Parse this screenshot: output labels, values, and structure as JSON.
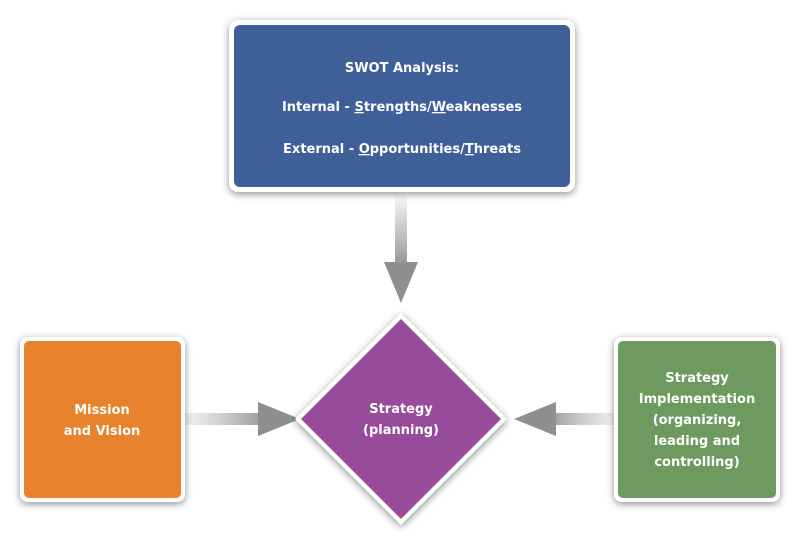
{
  "colors": {
    "swot_fill": "#3f5f99",
    "mission_fill": "#e8822c",
    "strategy_fill": "#974c9b",
    "implementation_fill": "#6e9a5f",
    "border": "#ffffff",
    "arrow": "#9a9a9c"
  },
  "nodes": {
    "swot": {
      "title": "SWOT Analysis:",
      "line1_prefix": "Internal - ",
      "line1_s": "S",
      "line1_mid": "trengths/",
      "line1_w": "W",
      "line1_rest": "eaknesses",
      "line2_prefix": "External - ",
      "line2_o": "O",
      "line2_mid": "pportunities/",
      "line2_t": "T",
      "line2_rest": "hreats"
    },
    "mission": {
      "lines": [
        "Mission",
        "and Vision"
      ]
    },
    "strategy": {
      "lines": [
        "Strategy",
        "(planning)"
      ]
    },
    "implementation": {
      "lines": [
        "Strategy",
        "Implementation",
        "(organizing,",
        "leading and",
        "controlling)"
      ]
    }
  },
  "edges": [
    {
      "from": "swot",
      "to": "strategy"
    },
    {
      "from": "mission",
      "to": "strategy"
    },
    {
      "from": "implementation",
      "to": "strategy"
    }
  ]
}
